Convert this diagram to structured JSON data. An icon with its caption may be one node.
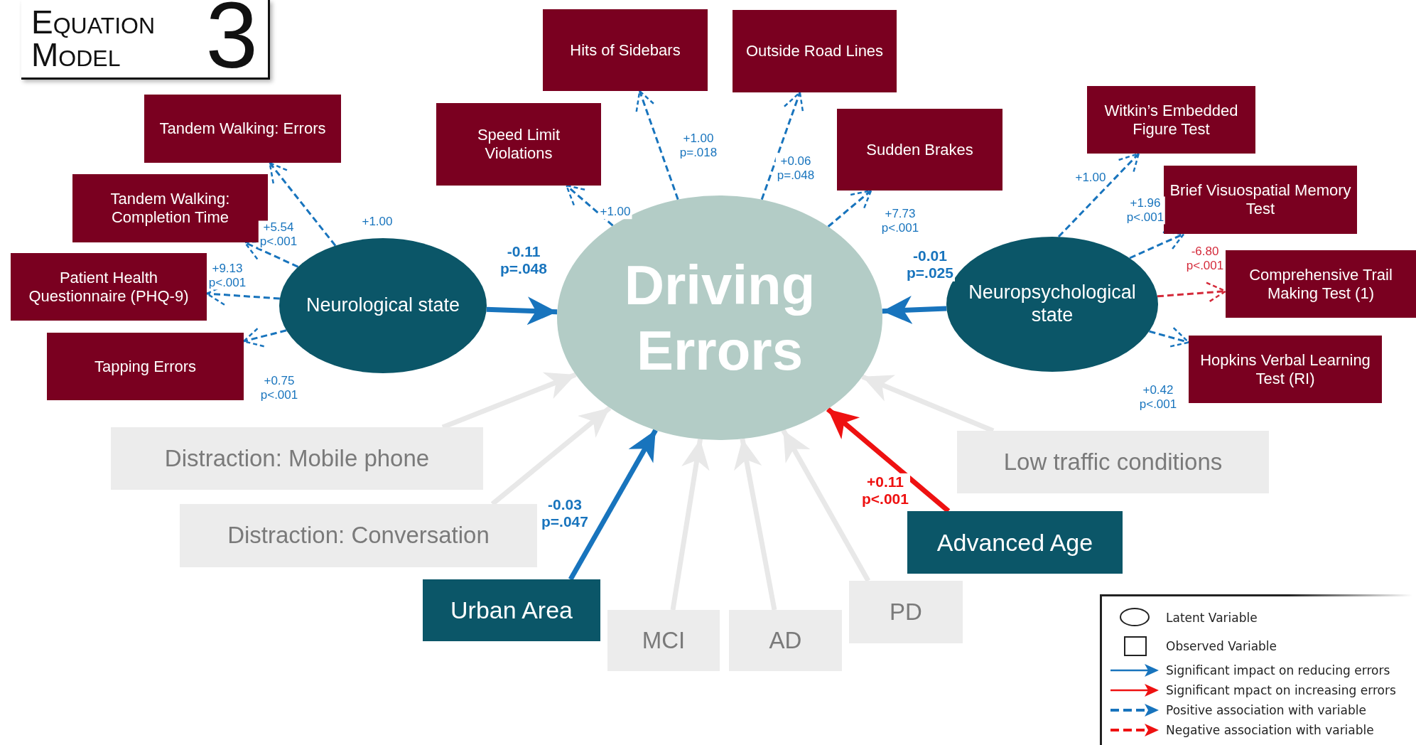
{
  "diagram": {
    "title": "Equation Model",
    "nodes": [
      {
        "text": [
          "Tandem Walking: Errors"
        ]
      },
      {
        "text": [
          "Hits of Sidebars"
        ]
      },
      {
        "text": [
          "Outside Road Lines"
        ]
      },
      {
        "text": [
          "Speed Limit Violations"
        ]
      },
      {
        "text": [
          "Sudden Brakes"
        ]
      },
      {
        "text": [
          "Witkin’s Embedded Figure Test"
        ]
      },
      {
        "text": [
          "Tandem Walking: Completion Time"
        ]
      },
      {
        "text": [
          "Brief Visuospatial Memory Test"
        ]
      },
      {
        "text": [
          "Comprehensive Trail Making Test (1)"
        ]
      },
      {
        "text": [
          "Patient Health Questionnaire (PHQ-9)"
        ]
      },
      {
        "text": [
          "Neurological state"
        ]
      },
      {
        "text": [
          "Driving Errors"
        ]
      },
      {
        "text": [
          "Neuropsychological state"
        ]
      },
      {
        "text": [
          "Tapping Errors"
        ]
      },
      {
        "text": [
          "Hopkins Verbal Learning Test (RI)"
        ]
      },
      {
        "text": [
          "Distraction: Mobile phone"
        ]
      },
      {
        "text": [
          "Low traffic conditions"
        ]
      },
      {
        "text": [
          "Advanced Age"
        ]
      },
      {
        "text": [
          "Distraction: Conversation"
        ]
      },
      {
        "text": [
          "Urban Area"
        ]
      },
      {
        "text": [
          "PD"
        ]
      },
      {
        "text": [
          "MCI"
        ]
      },
      {
        "text": [
          "AD"
        ]
      }
    ],
    "edges": [
      {
        "from": 10,
        "to": 11,
        "arrow": "to",
        "label": "-0.11 p=.048",
        "style": "thick"
      },
      {
        "from": 12,
        "to": 11,
        "arrow": "to",
        "label": "-0.01 p=.025",
        "style": "thick"
      },
      {
        "from": 19,
        "to": 11,
        "arrow": "to",
        "label": "-0.03 p=.047",
        "style": "thick"
      },
      {
        "from": 17,
        "to": 11,
        "arrow": "to",
        "label": "+0.11 p<.001",
        "style": "thick",
        "color": "#ee1111"
      },
      {
        "from": 15,
        "to": 11,
        "arrow": "to",
        "style": "thick",
        "color": "#e8e8e8"
      },
      {
        "from": 18,
        "to": 11,
        "arrow": "to",
        "style": "thick",
        "color": "#e8e8e8"
      },
      {
        "from": 21,
        "to": 11,
        "arrow": "to",
        "style": "thick",
        "color": "#e8e8e8"
      },
      {
        "from": 22,
        "to": 11,
        "arrow": "to",
        "style": "thick",
        "color": "#e8e8e8"
      },
      {
        "from": 20,
        "to": 11,
        "arrow": "to",
        "style": "thick",
        "color": "#e8e8e8"
      },
      {
        "from": 16,
        "to": 11,
        "arrow": "to",
        "style": "thick",
        "color": "#e8e8e8"
      },
      {
        "from": 10,
        "to": 0,
        "arrow": "to",
        "label": "+1.00",
        "style": "dashed"
      },
      {
        "from": 10,
        "to": 6,
        "arrow": "to",
        "label": "+5.54 p<.001",
        "style": "dashed"
      },
      {
        "from": 10,
        "to": 9,
        "arrow": "to",
        "label": "+9.13 p<.001",
        "style": "dashed"
      },
      {
        "from": 10,
        "to": 13,
        "arrow": "to",
        "label": "+0.75 p<.001",
        "style": "dashed"
      },
      {
        "from": 11,
        "to": 3,
        "arrow": "to",
        "label": "+1.00",
        "style": "dashed"
      },
      {
        "from": 11,
        "to": 1,
        "arrow": "to",
        "label": "+1.00 p=.018",
        "style": "dashed"
      },
      {
        "from": 11,
        "to": 2,
        "arrow": "to",
        "label": "+0.06 p=.048",
        "style": "dashed"
      },
      {
        "from": 11,
        "to": 4,
        "arrow": "to",
        "label": "+7.73 p<.001",
        "style": "dashed"
      },
      {
        "from": 12,
        "to": 5,
        "arrow": "to",
        "label": "+1.00",
        "style": "dashed"
      },
      {
        "from": 12,
        "to": 7,
        "arrow": "to",
        "label": "+1.96 p<.001",
        "style": "dashed"
      },
      {
        "from": 12,
        "to": 8,
        "arrow": "to",
        "label": "-6.80 p<.001",
        "style": "dashed",
        "color": "#d42a3a"
      },
      {
        "from": 12,
        "to": 14,
        "arrow": "to",
        "label": "+0.42 p<.001",
        "style": "dashed"
      }
    ],
    "labels": [
      "3"
    ],
    "legend": [
      {
        "text": "Latent Variable"
      },
      {
        "text": "Observed Variable"
      },
      {
        "text": "Significant impact on reducing errors"
      },
      {
        "text": "Significant mpact on increasing errors"
      },
      {
        "text": "Positive association with variable"
      },
      {
        "text": "Negative association with variable"
      }
    ]
  }
}
